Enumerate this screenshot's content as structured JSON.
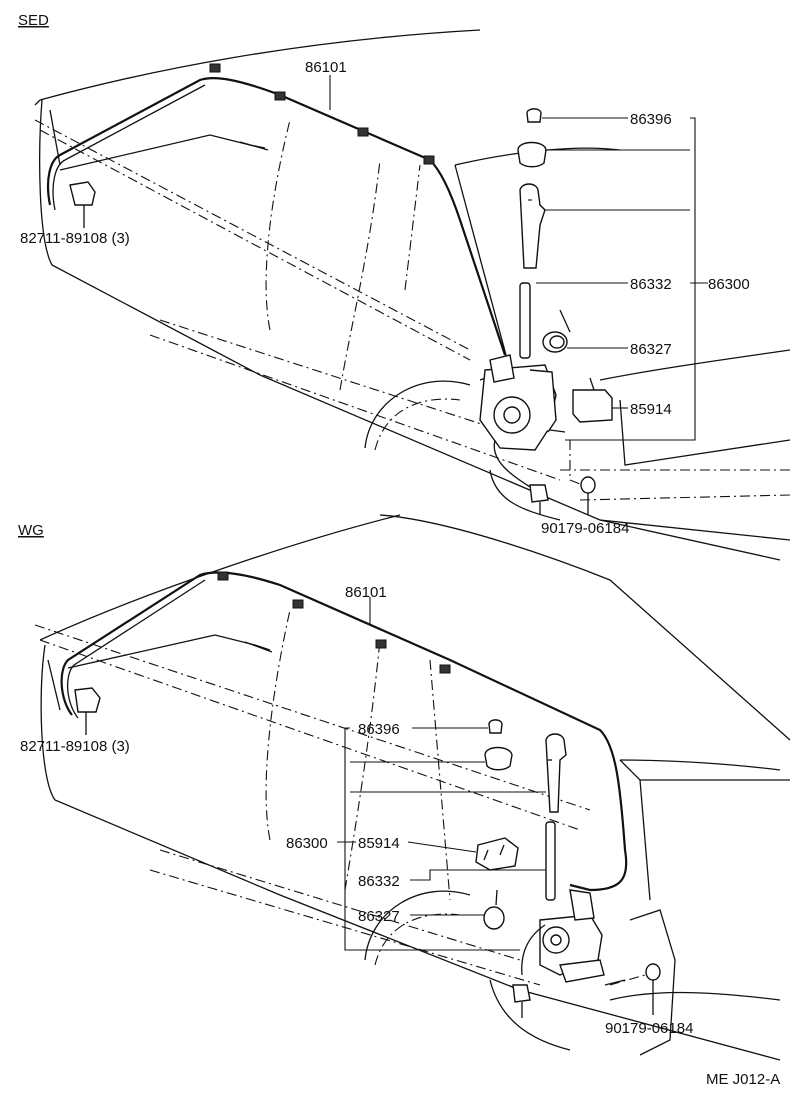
{
  "diagram": {
    "sections": [
      {
        "title": "SED",
        "labels": {
          "cable": "86101",
          "bracket": "82711-89108 (3)",
          "cap": "86396",
          "rod": "86332",
          "assembly": "86300",
          "grommet": "86327",
          "relay": "85914",
          "screw": "90179-06184"
        }
      },
      {
        "title": "WG",
        "labels": {
          "cable": "86101",
          "bracket": "82711-89108 (3)",
          "cap": "86396",
          "assembly": "86300",
          "relay": "85914",
          "rod": "86332",
          "grommet": "86327",
          "screw": "90179-06184"
        }
      }
    ],
    "footer_code": "ME J012-A"
  }
}
